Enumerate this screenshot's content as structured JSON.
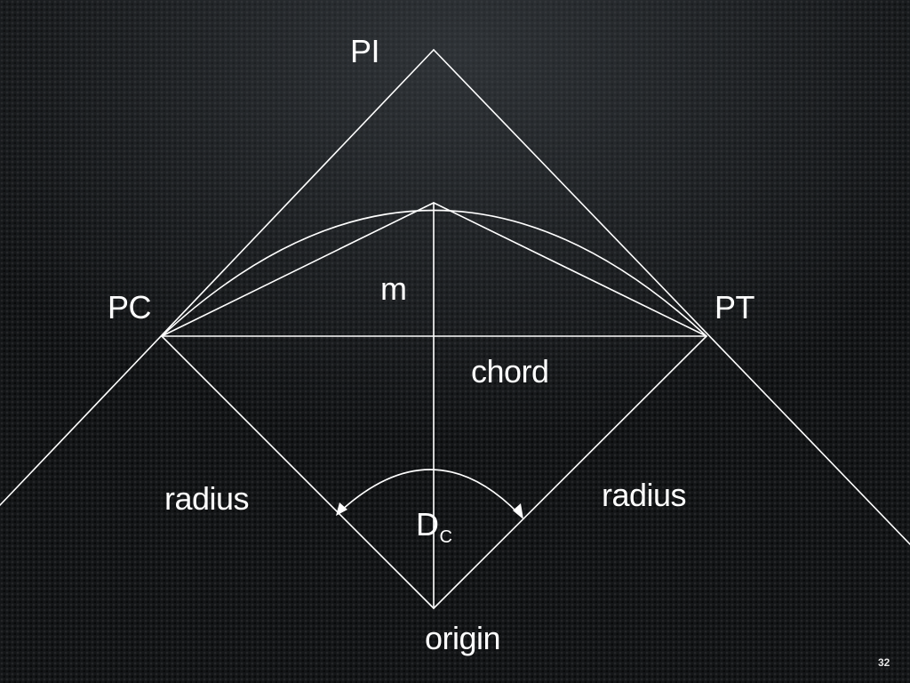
{
  "labels": {
    "pi": "PI",
    "pc": "PC",
    "pt": "PT",
    "m": "m",
    "chord": "chord",
    "radius_left": "radius",
    "radius_right": "radius",
    "dc_main": "D",
    "dc_sub": "C",
    "origin": "origin"
  },
  "slide_number": "32",
  "colors": {
    "background": "#141618",
    "lines": "#ffffff",
    "text": "#ffffff"
  }
}
